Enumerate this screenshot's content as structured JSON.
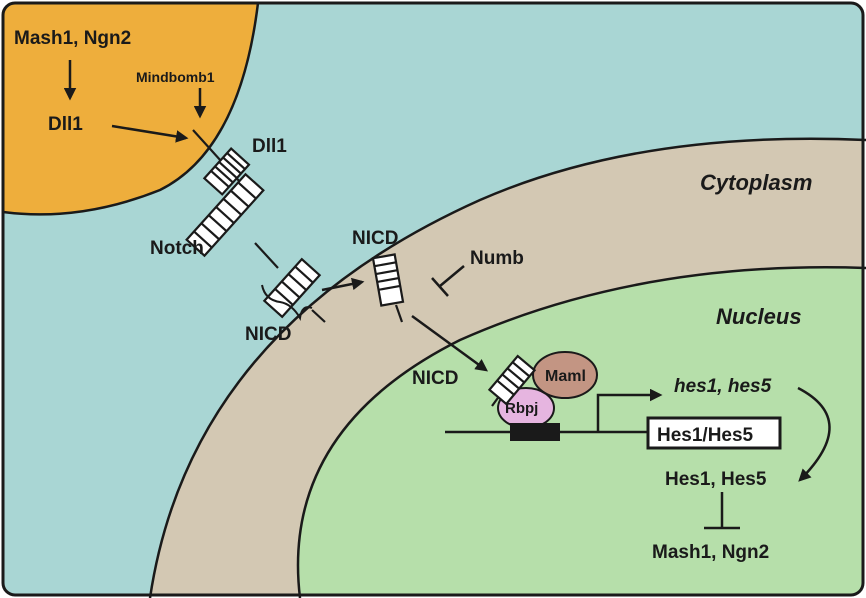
{
  "colors": {
    "background": "#a9d6d4",
    "signaling_cell": "#eeae3c",
    "cytoplasm": "#d3c8b3",
    "nucleus": "#b6dfaa",
    "maml": "#c39583",
    "rbpj": "#e6b5e0",
    "line": "#1a1a1a"
  },
  "labels": {
    "mash1_ngn2_top": "Mash1, Ngn2",
    "mindbomb1": "Mindbomb1",
    "dll1_cell": "Dll1",
    "dll1_receptor": "Dll1",
    "notch": "Notch",
    "cytoplasm": "Cytoplasm",
    "nicd_membrane": "NICD",
    "nicd_cytoplasm": "NICD",
    "numb": "Numb",
    "nucleus": "Nucleus",
    "nicd_nucleus": "NICD",
    "maml": "Maml",
    "rbpj": "Rbpj",
    "hes_genes": "hes1, hes5",
    "hes_box": "Hes1/Hes5",
    "hes_proteins": "Hes1, Hes5",
    "mash1_ngn2_bottom": "Mash1, Ngn2"
  }
}
